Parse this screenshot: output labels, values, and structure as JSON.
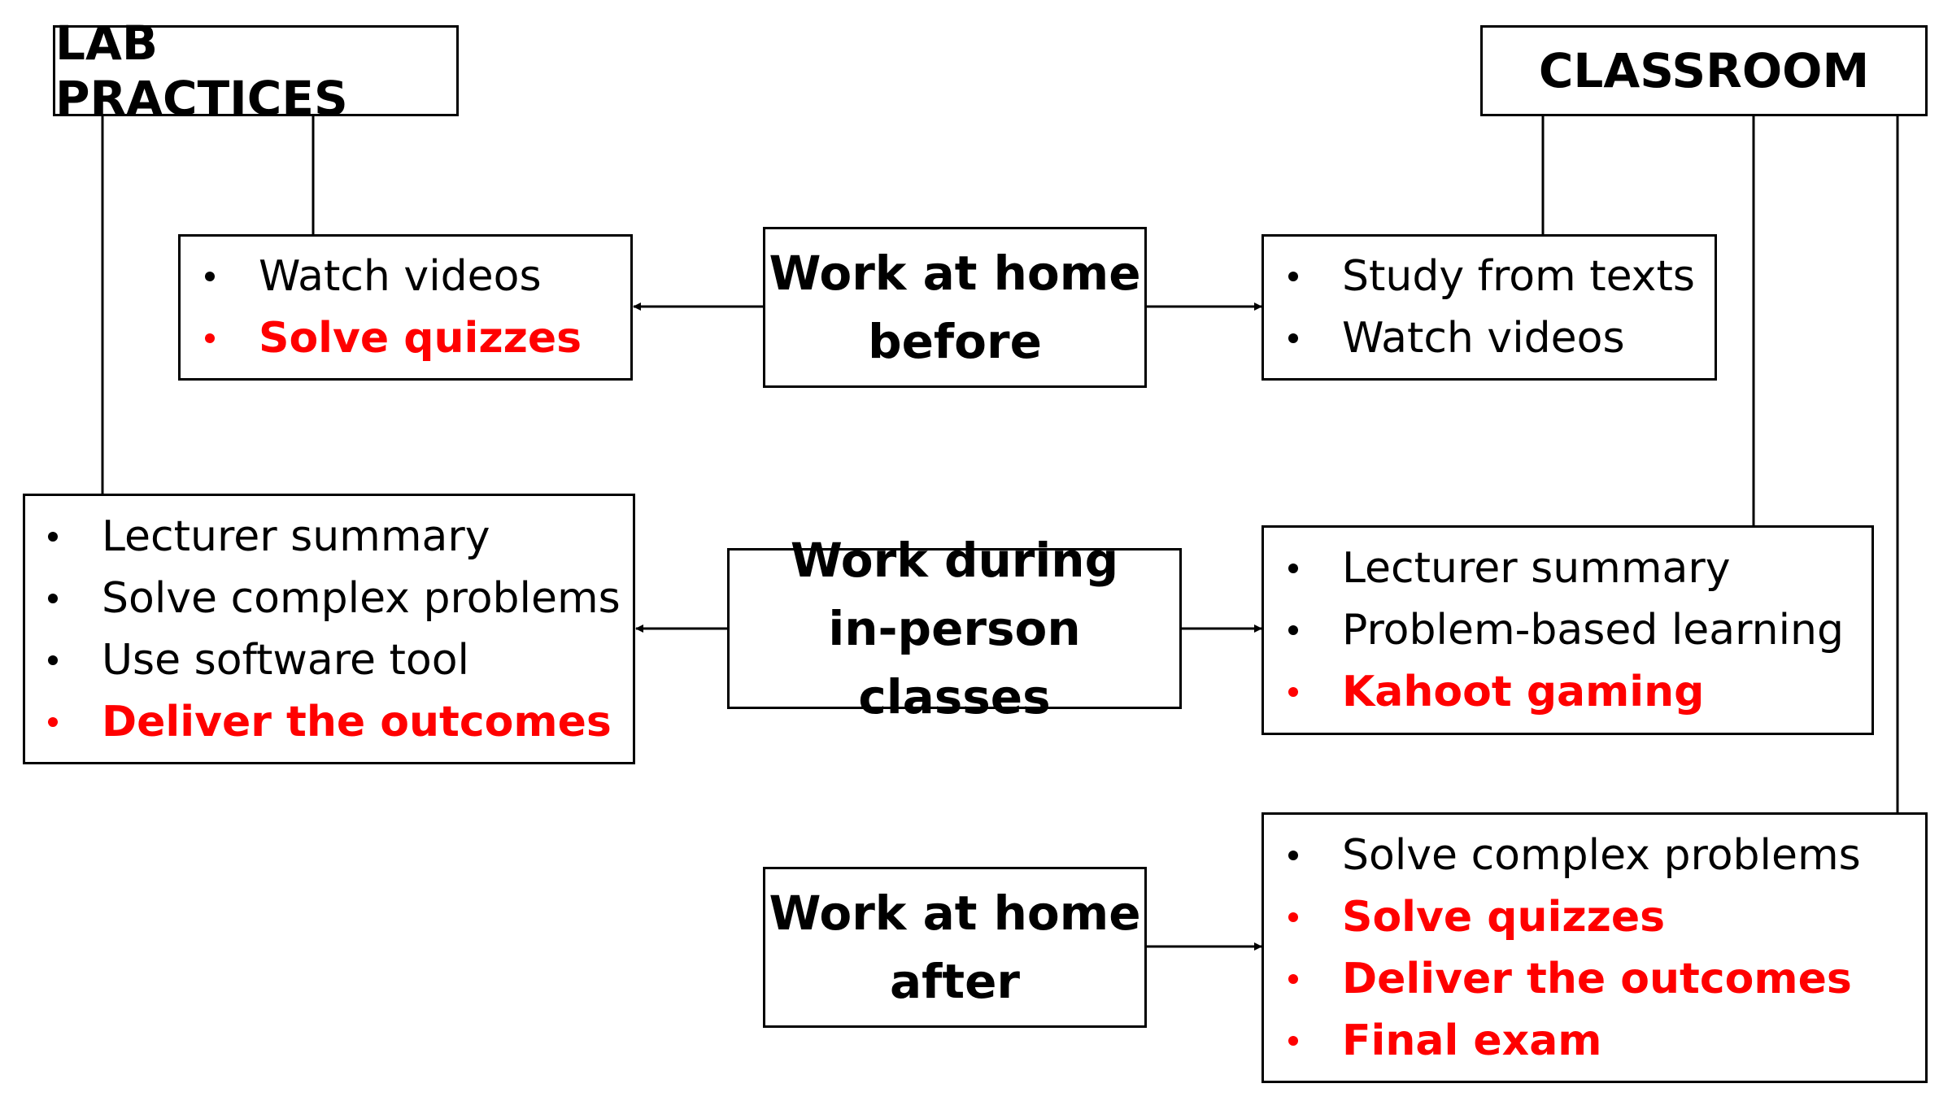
{
  "headers": {
    "lab_practices": "LAB PRACTICES",
    "classroom": "CLASSROOM"
  },
  "stages": {
    "home_before": [
      "Work at home",
      "before"
    ],
    "in_person": [
      "Work during",
      "in-person classes"
    ],
    "home_after": [
      "Work at home",
      "after"
    ]
  },
  "lab_before": [
    {
      "text": "Watch videos",
      "highlight": false
    },
    {
      "text": "Solve quizzes",
      "highlight": true
    }
  ],
  "classroom_before": [
    {
      "text": "Study from texts",
      "highlight": false
    },
    {
      "text": "Watch videos",
      "highlight": false
    }
  ],
  "lab_during": [
    {
      "text": "Lecturer summary",
      "highlight": false
    },
    {
      "text": "Solve complex problems",
      "highlight": false
    },
    {
      "text": "Use software tool",
      "highlight": false
    },
    {
      "text": "Deliver the outcomes",
      "highlight": true
    }
  ],
  "classroom_during": [
    {
      "text": "Lecturer summary",
      "highlight": false
    },
    {
      "text": "Problem-based learning",
      "highlight": false
    },
    {
      "text": "Kahoot gaming",
      "highlight": true
    }
  ],
  "classroom_after": [
    {
      "text": "Solve complex problems",
      "highlight": false
    },
    {
      "text": "Solve quizzes",
      "highlight": true
    },
    {
      "text": "Deliver the outcomes",
      "highlight": true
    },
    {
      "text": "Final exam",
      "highlight": true
    }
  ],
  "colors": {
    "highlight": "#ff0000",
    "line": "#000000"
  }
}
